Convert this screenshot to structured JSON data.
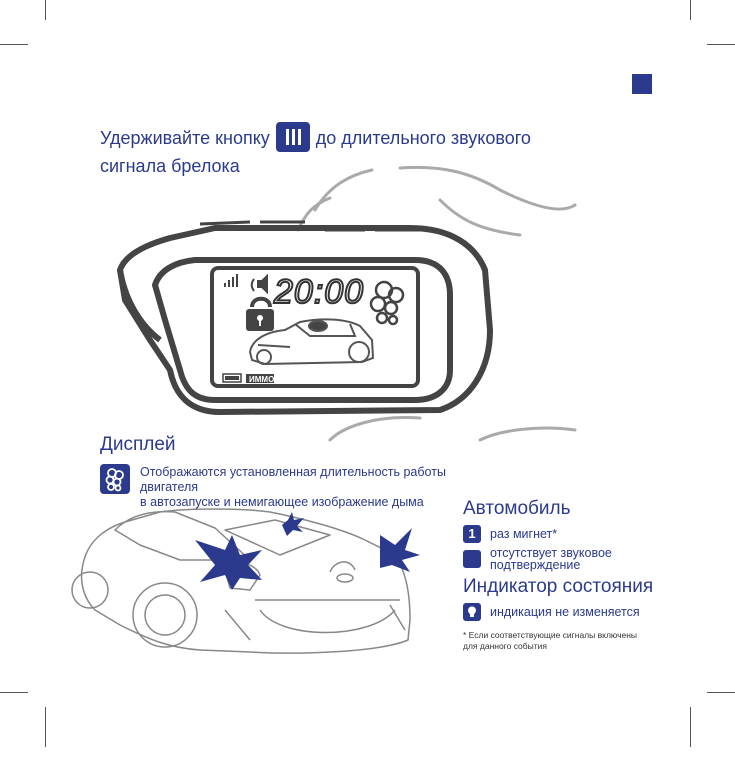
{
  "instruction": {
    "text_before": "Удерживайте кнопку",
    "text_after": "до длительного звукового",
    "text_line2": "сигнала брелока",
    "button_icon": "three-bars-button-icon"
  },
  "remote": {
    "lcd_time": "20:00",
    "immo_label": "ИММО",
    "icons": [
      "signal-icon",
      "speaker-icon",
      "lock-icon",
      "smoke-icon",
      "battery-icon",
      "car-icon"
    ]
  },
  "display_section": {
    "title": "Дисплей",
    "description_line1": "Отображаются установленная длительность работы двигателя",
    "description_line2": "в автозапуске и немигающее изображение дыма",
    "icon": "smoke-icon"
  },
  "car_section": {
    "title": "Автомобиль",
    "blink_badge": "1",
    "blink_text": "раз мигнет*",
    "sound_text_line1": "отсутствует звуковое",
    "sound_text_line2": "подтверждение"
  },
  "status_section": {
    "title": "Индикатор состояния",
    "text": "индикация не изменяется",
    "icon": "led-bulb-icon"
  },
  "footnote": {
    "line1": "* Если соответствующие сигналы включены",
    "line2": "для данного события"
  },
  "colors": {
    "brand_blue": "#2b3a8c",
    "outline": "#444444"
  }
}
